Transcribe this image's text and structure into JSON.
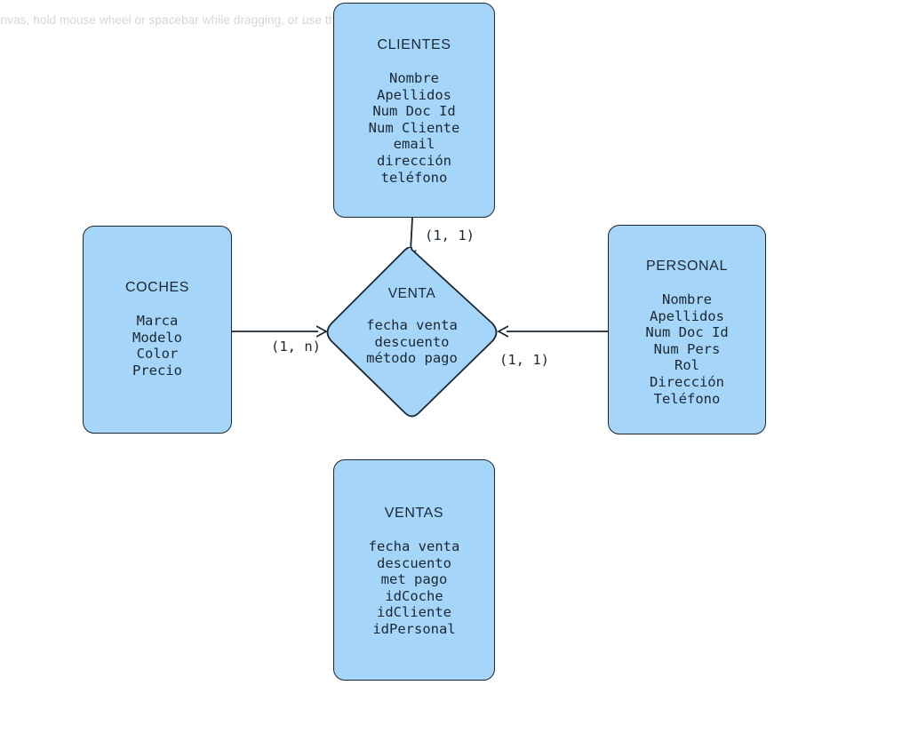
{
  "hint": {
    "text": "anvas, hold mouse wheel or spacebar while dragging, or use the hand tool"
  },
  "colors": {
    "entity_fill": "#a5d6f9",
    "entity_border": "#1b2733",
    "text": "#1b2733",
    "canvas_background": "#ffffff",
    "hint_text": "#d6d6d6"
  },
  "diagram": {
    "type": "entity-relationship",
    "entities": [
      {
        "id": "clientes",
        "title": "CLIENTES",
        "attributes": "Nombre\nApellidos\nNum Doc Id\nNum Cliente\nemail\ndirección\nteléfono"
      },
      {
        "id": "coches",
        "title": "COCHES",
        "attributes": "Marca\nModelo\nColor\nPrecio"
      },
      {
        "id": "personal",
        "title": "PERSONAL",
        "attributes": "Nombre\nApellidos\nNum Doc Id\nNum Pers\nRol\nDirección\nTeléfono"
      },
      {
        "id": "ventas",
        "title": "VENTAS",
        "attributes": "fecha venta\ndescuento\nmet pago\nidCoche\nidCliente\nidPersonal"
      }
    ],
    "relationship": {
      "id": "venta",
      "title": "VENTA",
      "attributes": "fecha venta\ndescuento\nmétodo pago"
    },
    "connections": [
      {
        "id": "clientes-venta",
        "from": "clientes",
        "to": "venta",
        "cardinality": "(1, 1)",
        "direction": "down"
      },
      {
        "id": "coches-venta",
        "from": "coches",
        "to": "venta",
        "cardinality": "(1, n)",
        "direction": "right"
      },
      {
        "id": "personal-venta",
        "from": "personal",
        "to": "venta",
        "cardinality": "(1, 1)",
        "direction": "left"
      }
    ]
  }
}
